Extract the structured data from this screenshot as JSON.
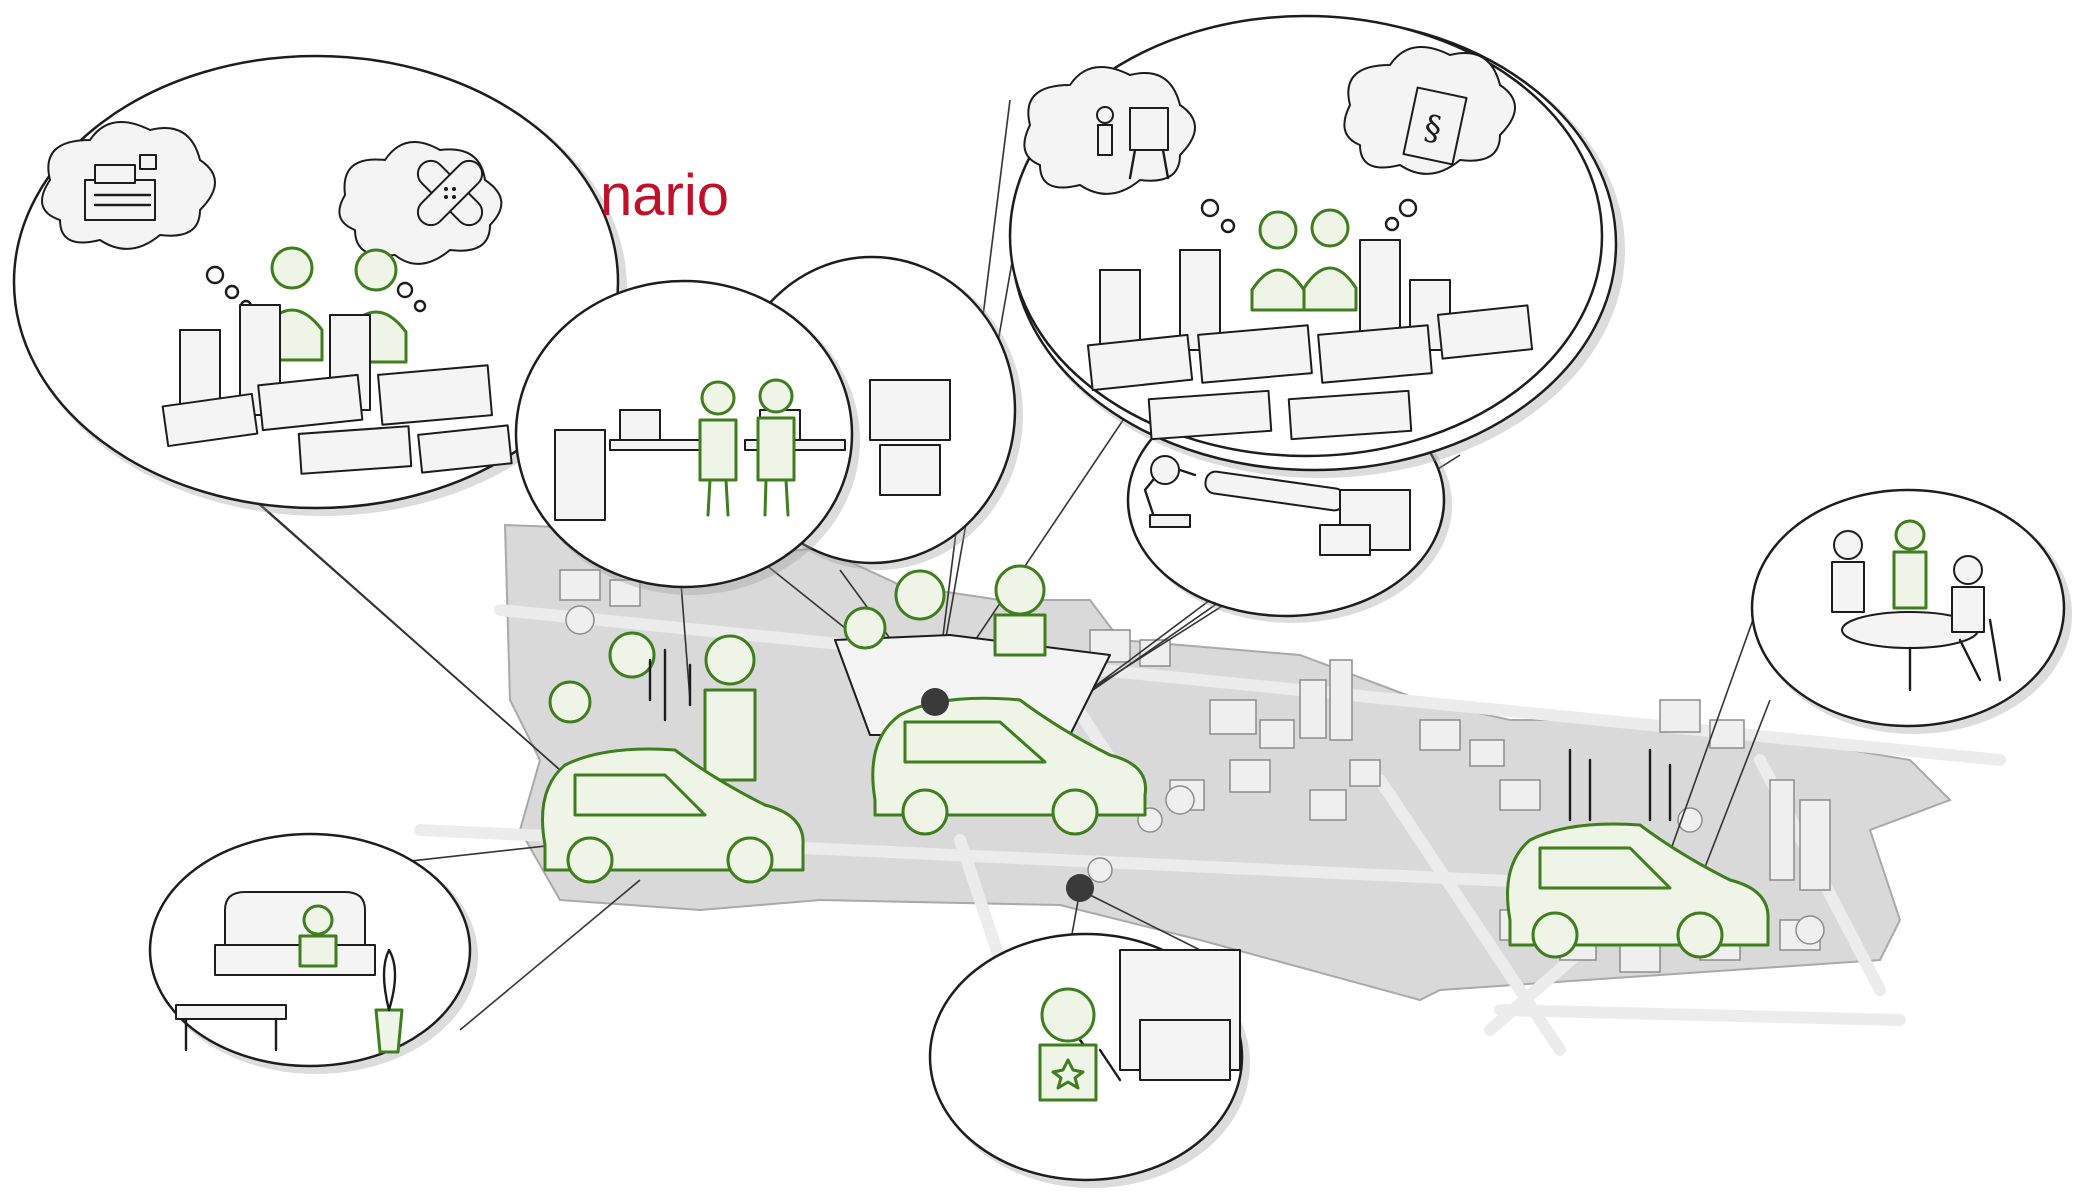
{
  "title": "nario",
  "colors": {
    "title": "#c0112a",
    "car_green": "#3f7d1e",
    "map_gray": "#d9d9d9",
    "ink": "#1c1c1c",
    "marker": "#3a3a3a"
  },
  "icons": [
    "cash-register-icon",
    "bandage-icon",
    "presenter-flipchart-icon",
    "law-book-icon",
    "robot-arm-icon",
    "conveyor-icon"
  ],
  "scenes": [
    "family-finance-bubble",
    "office-bubble",
    "business-finance-bubble",
    "production-bubble",
    "meeting-bubble",
    "home-office-bubble",
    "childcare-bubble"
  ]
}
